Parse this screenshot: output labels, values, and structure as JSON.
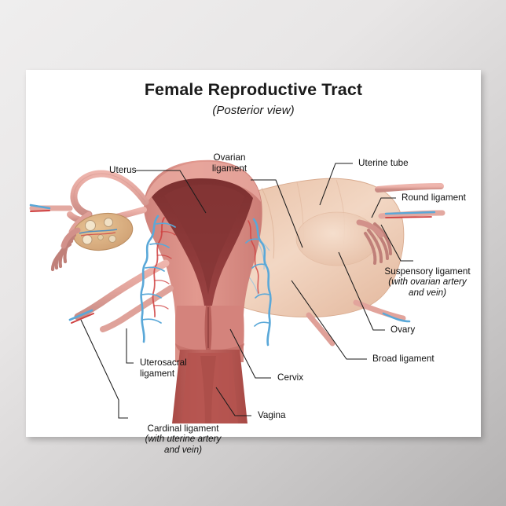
{
  "poster": {
    "title": "Female Reproductive Tract",
    "subtitle": "(Posterior view)",
    "background_color": "#ffffff",
    "page_background_start": "#efeeee",
    "page_background_end": "#b4b2b2"
  },
  "labels": {
    "uterus": "Uterus",
    "ovarian_ligament": "Ovarian\nligament",
    "uterine_tube": "Uterine tube",
    "round_ligament": "Round ligament",
    "suspensory_ligament": "Suspensory ligament",
    "suspensory_ligament_sub": "(with ovarian artery\nand vein)",
    "ovary": "Ovary",
    "broad_ligament": "Broad ligament",
    "uterosacral_ligament": "Uterosacral\nligament",
    "cardinal_ligament": "Cardinal ligament",
    "cardinal_ligament_sub": "(with  uterine artery\nand vein)",
    "cervix": "Cervix",
    "vagina": "Vagina"
  },
  "illustration": {
    "name": "female-reproductive-tract-diagram",
    "colors": {
      "myometrium": "#d98b84",
      "myometrium_light": "#e0988f",
      "endometrial_cavity": "#8e3a3a",
      "cavity_dark": "#7d3232",
      "vagina": "#b95550",
      "cervix_canal": "#c46a63",
      "broad_ligament": "#e9c3ab",
      "broad_ligament_light": "#f0d3bf",
      "tube_pink": "#e2a49c",
      "tube_pink_dark": "#c98b84",
      "fimbriae": "#c08079",
      "ovary_cortex": "#dbac7e",
      "ovary_outline": "#c28f63",
      "follicle": "#f2e3c8",
      "artery_red": "#cf4040",
      "vein_blue": "#5aa8d8",
      "leader_line": "#1b1b1b"
    },
    "structures": [
      "uterine fundus and body (coronal section)",
      "endometrial cavity",
      "cervix with cervical canal",
      "vaginal canal",
      "left uterine tube with fimbriae",
      "left ovary sectioned showing follicles",
      "right broad ligament membrane",
      "right ovary and fimbriae",
      "round ligaments",
      "uterosacral ligament",
      "cardinal ligament with uterine artery and vein",
      "suspensory ligament with ovarian artery and vein",
      "uterine arteries and veins along uterus"
    ]
  }
}
